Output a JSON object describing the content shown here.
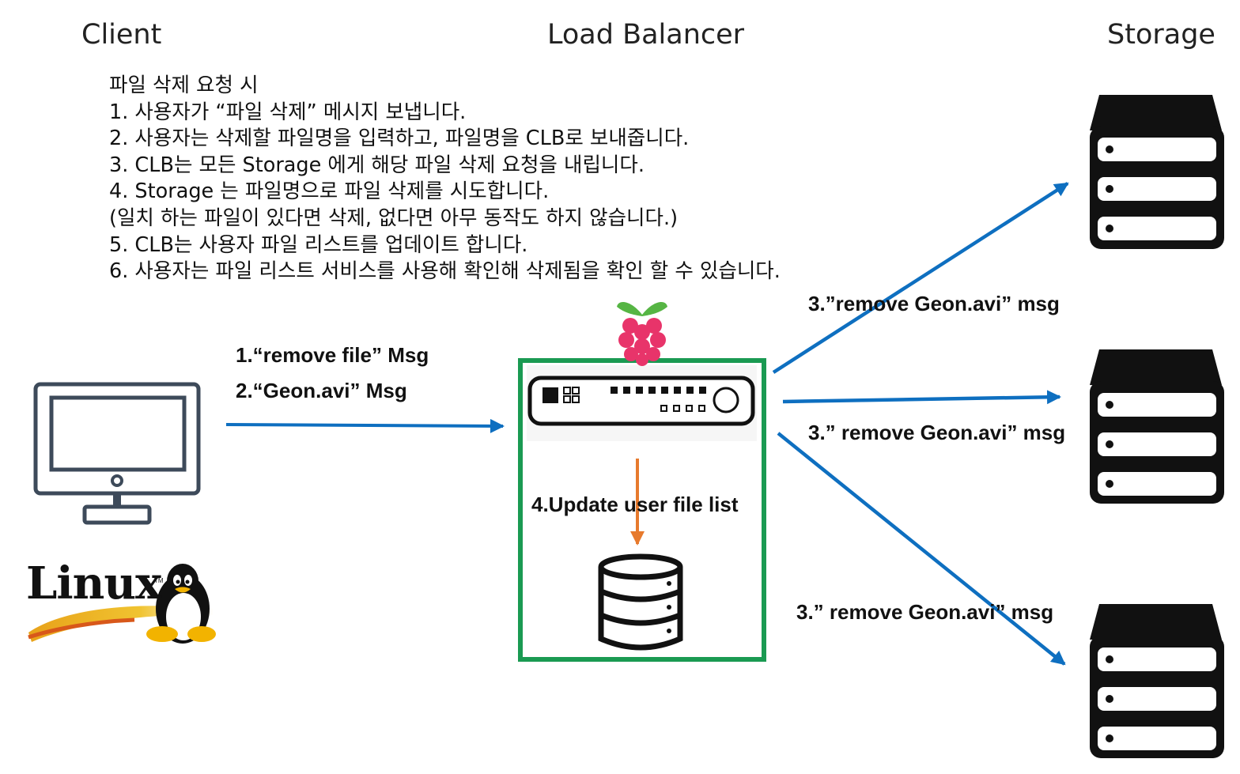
{
  "headers": {
    "client": "Client",
    "load_balancer": "Load Balancer",
    "storage": "Storage"
  },
  "steps": [
    "파일 삭제 요청 시",
    "1. 사용자가 “파일 삭제” 메시지 보냅니다.",
    "2. 사용자는 삭제할 파일명을 입력하고, 파일명을 CLB로 보내줍니다.",
    "3. CLB는 모든 Storage 에게 해당 파일 삭제 요청을 내립니다.",
    "4. Storage 는 파일명으로 파일 삭제를 시도합니다.",
    "(일치 하는 파일이 있다면 삭제, 없다면 아무 동작도 하지 않습니다.)",
    "5. CLB는 사용자 파일 리스트를 업데이트 합니다.",
    "6. 사용자는 파일 리스트 서비스를 사용해 확인해 삭제됨을 확인 할 수 있습니다."
  ],
  "labels": {
    "msg1": "1.“remove file” Msg",
    "msg2": "2.“Geon.avi” Msg",
    "storage_msg_top": "3.”remove Geon.avi” msg",
    "storage_msg_mid": "3.” remove Geon.avi” msg",
    "storage_msg_bottom": "3.” remove Geon.avi” msg",
    "update": "4.Update user file list"
  },
  "logos": {
    "linux_wordmark": "Linux",
    "trademark": "TM"
  },
  "icons": [
    "monitor-icon",
    "tux-penguin-icon",
    "raspberry-pi-icon",
    "network-switch-icon",
    "database-icon",
    "server-stack-icon"
  ],
  "colors": {
    "arrow_blue": "#0e6fc0",
    "arrow_orange": "#e77a2d",
    "box_green": "#1a9a52",
    "monitor_slate": "#3d4a5a",
    "raspberry_red": "#e8346a",
    "leaf_green": "#56b544"
  }
}
